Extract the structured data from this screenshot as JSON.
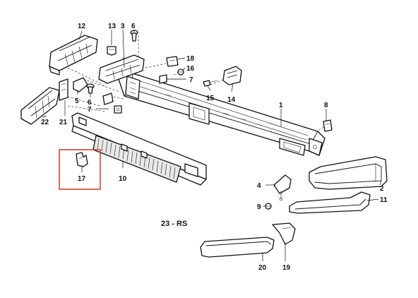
{
  "diagram": {
    "callouts": {
      "c1": "1",
      "c2": "2",
      "c3": "3",
      "c4": "4",
      "c5": "5",
      "c6a": "6",
      "c6b": "6",
      "c7a": "7",
      "c7b": "7",
      "c8": "8",
      "c9": "9",
      "c10": "10",
      "c11": "11",
      "c12": "12",
      "c13": "13",
      "c14": "14",
      "c15": "15",
      "c16": "16",
      "c17": "17",
      "c18": "18",
      "c19": "19",
      "c20": "20",
      "c21": "21",
      "c22": "22"
    },
    "caption": "23 - RS",
    "highlight_color": "#d9442e"
  }
}
